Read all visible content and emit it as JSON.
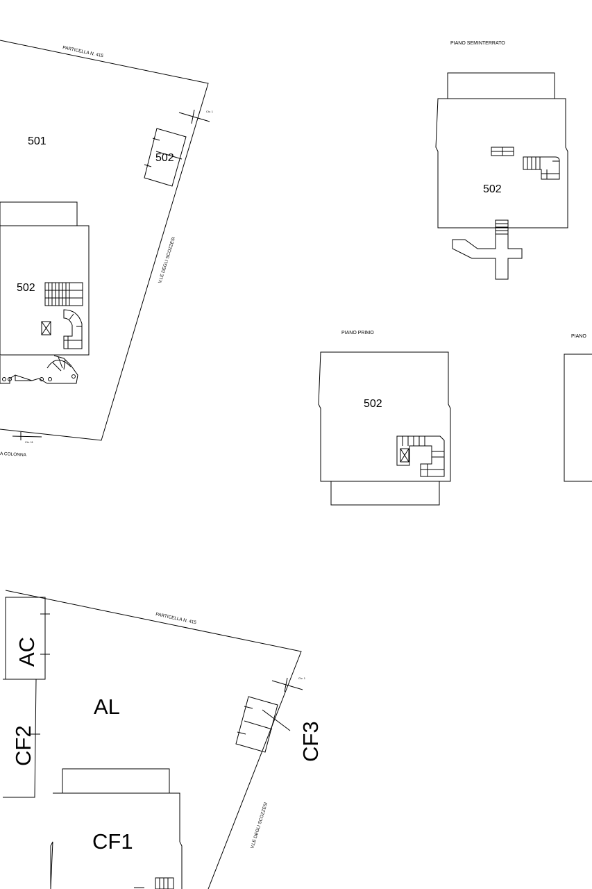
{
  "sheet": {
    "top_left": {
      "parcel_label": "PARTICELLA N. 415",
      "road_label": "V.LE DEGLI SCOZZESI",
      "lower_road_label": "A COLONNA",
      "small_note_right": "Civ. 1",
      "small_note_bottom": "Civ. 11",
      "label_501": "501",
      "label_502_garage": "502",
      "label_502_house": "502"
    },
    "basement": {
      "title": "PIANO SEMINTERRATO",
      "label": "502"
    },
    "first_floor": {
      "title": "PIANO PRIMO",
      "label": "502"
    },
    "partial_floor": {
      "title": "PIANO"
    },
    "bottom": {
      "parcel_label": "PARTICELLA N. 415",
      "road_label": "V.LE DEGLI SCOZZESI",
      "small_note_right": "Civ. 1",
      "label_ac": "AC",
      "label_al": "AL",
      "label_cf1": "CF1",
      "label_cf2": "CF2",
      "label_cf3": "CF3"
    }
  }
}
